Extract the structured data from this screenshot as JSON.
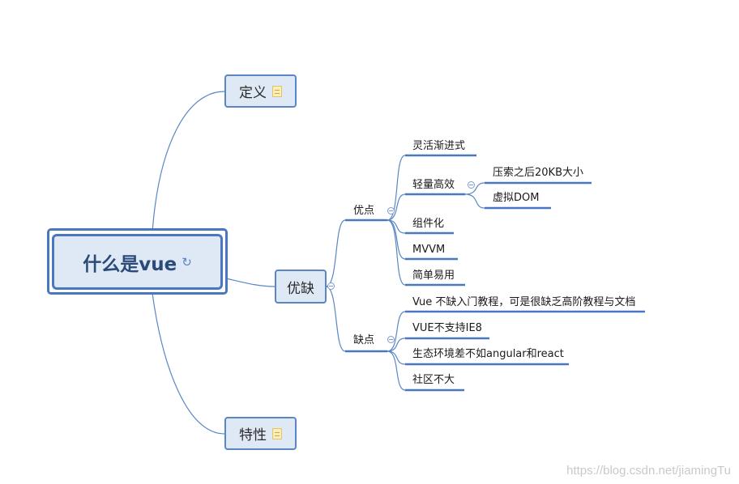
{
  "root": {
    "label": "什么是vue",
    "icon": "link-icon"
  },
  "branches": {
    "definition": {
      "label": "定义",
      "icon": "note-icon"
    },
    "pros_cons": {
      "label": "优缺"
    },
    "features": {
      "label": "特性",
      "icon": "note-icon"
    }
  },
  "pros": {
    "label": "优点",
    "items": [
      "灵活渐进式",
      "轻量高效",
      "组件化",
      "MVVM",
      "简单易用"
    ],
    "efficient_children": [
      "压索之后20KB大小",
      "虚拟DOM"
    ]
  },
  "cons": {
    "label": "缺点",
    "items": [
      "Vue 不缺入门教程，可是很缺乏高阶教程与文档",
      "VUE不支持IE8",
      "生态环境差不如angular和react",
      "社区不大"
    ]
  },
  "watermark": "https://blog.csdn.net/jiamingTu",
  "colors": {
    "line": "#5a86c4",
    "node_fill": "#dfe8f5",
    "node_border": "#4a78c0"
  }
}
